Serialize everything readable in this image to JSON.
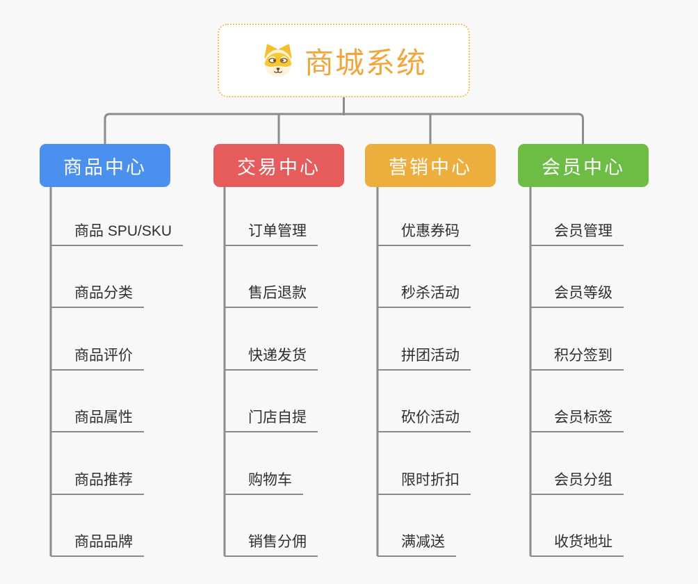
{
  "canvas": {
    "background_color": "#f8f8f8",
    "connector_color": "#8c8c8c",
    "underline_color": "#8a8a8a"
  },
  "root": {
    "label": "商城系统",
    "icon": "dog-face-icon",
    "text_color": "#f0a63c",
    "border_color": "#f3bc66",
    "fill_color": "#ffffff"
  },
  "branches": [
    {
      "id": "product-center",
      "label": "商品中心",
      "color": "#4b90ee",
      "children": [
        "商品 SPU/SKU",
        "商品分类",
        "商品评价",
        "商品属性",
        "商品推荐",
        "商品品牌"
      ]
    },
    {
      "id": "trade-center",
      "label": "交易中心",
      "color": "#e65c5c",
      "children": [
        "订单管理",
        "售后退款",
        "快递发货",
        "门店自提",
        "购物车",
        "销售分佣"
      ]
    },
    {
      "id": "marketing-center",
      "label": "营销中心",
      "color": "#eeae3d",
      "children": [
        "优惠券码",
        "秒杀活动",
        "拼团活动",
        "砍价活动",
        "限时折扣",
        "满减送"
      ]
    },
    {
      "id": "member-center",
      "label": "会员中心",
      "color": "#6dbd45",
      "children": [
        "会员管理",
        "会员等级",
        "积分签到",
        "会员标签",
        "会员分组",
        "收货地址"
      ]
    }
  ]
}
